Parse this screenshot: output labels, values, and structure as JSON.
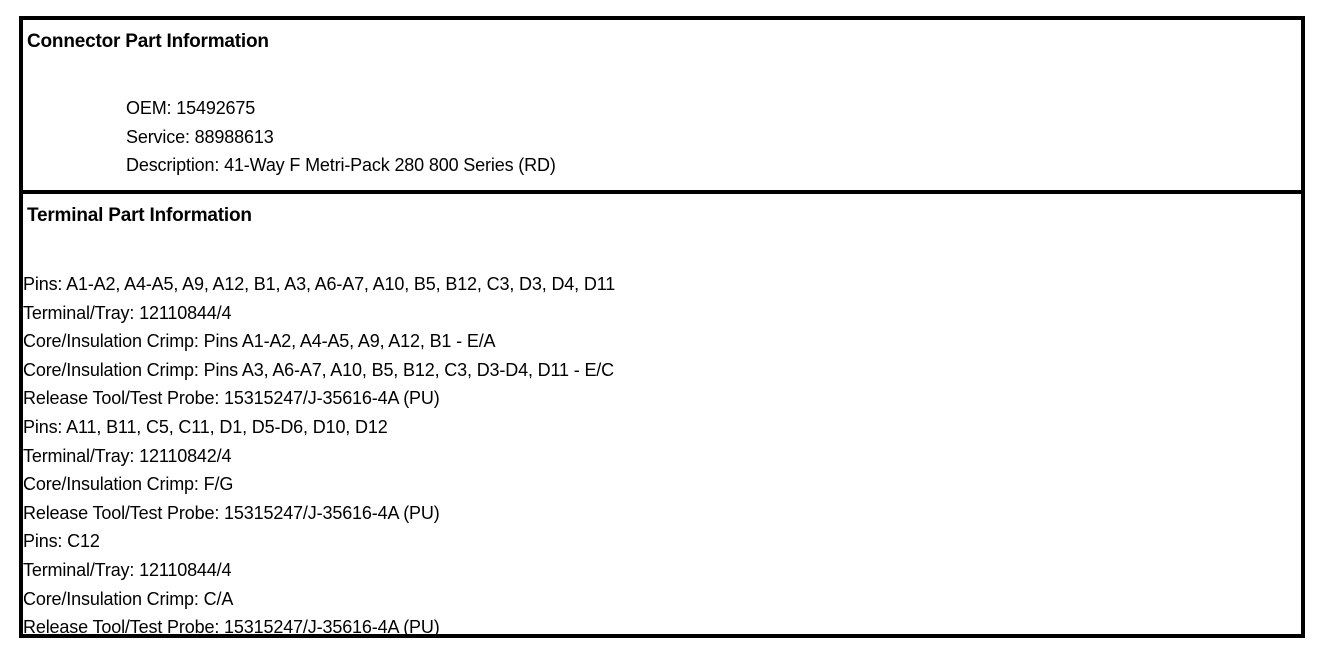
{
  "document": {
    "sections": [
      {
        "id": "connector-part-information",
        "heading": "Connector Part Information",
        "lines": [
          "OEM: 15492675",
          "Service: 88988613",
          "Description: 41-Way F Metri-Pack 280 800 Series (RD)"
        ]
      },
      {
        "id": "terminal-part-information",
        "heading": "Terminal Part Information",
        "lines": [
          "Pins: A1-A2, A4-A5, A9, A12, B1, A3, A6-A7, A10, B5, B12, C3, D3, D4, D11",
          "Terminal/Tray: 12110844/4",
          "Core/Insulation Crimp: Pins A1-A2, A4-A5, A9, A12, B1 - E/A",
          "Core/Insulation Crimp: Pins A3, A6-A7, A10, B5, B12, C3, D3-D4, D11 - E/C",
          "Release Tool/Test Probe: 15315247/J-35616-4A (PU)",
          "Pins: A11, B11, C5, C11, D1, D5-D6, D10, D12",
          "Terminal/Tray: 12110842/4",
          "Core/Insulation Crimp: F/G",
          "Release Tool/Test Probe: 15315247/J-35616-4A (PU)",
          "Pins: C12",
          "Terminal/Tray: 12110844/4",
          "Core/Insulation Crimp: C/A",
          "Release Tool/Test Probe: 15315247/J-35616-4A (PU)"
        ]
      }
    ],
    "colors": {
      "text": "#000000",
      "background": "#ffffff",
      "border": "#000000"
    }
  }
}
